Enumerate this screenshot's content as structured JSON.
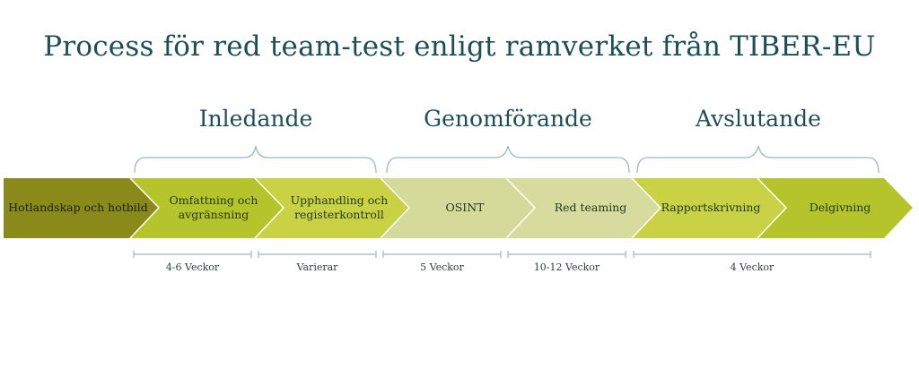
{
  "title": "Process för red team-test enligt ramverket från TIBER-EU",
  "phases": [
    {
      "label": "Inledande"
    },
    {
      "label": "Genomförande"
    },
    {
      "label": "Avslutande"
    }
  ],
  "steps": [
    {
      "label": "Hotlandskap och hotbild",
      "color": "#8a8a1a"
    },
    {
      "label": "Omfattning och avgränsning",
      "color": "#b5c42a"
    },
    {
      "label": "Upphandling och registerkontroll",
      "color": "#c9d245"
    },
    {
      "label": "OSINT",
      "color": "#d5d99a"
    },
    {
      "label": "Red teaming",
      "color": "#d8db9e"
    },
    {
      "label": "Rapportskrivning",
      "color": "#c9d245"
    },
    {
      "label": "Delgivning",
      "color": "#b5c42a"
    }
  ],
  "durations": [
    {
      "label": "4-6 Veckor"
    },
    {
      "label": "Varierar"
    },
    {
      "label": "5 Veckor"
    },
    {
      "label": "10-12 Veckor"
    },
    {
      "label": "4 Veckor"
    }
  ],
  "colors": {
    "title": "#1c4e57",
    "bracket": "#9fb8bf"
  }
}
